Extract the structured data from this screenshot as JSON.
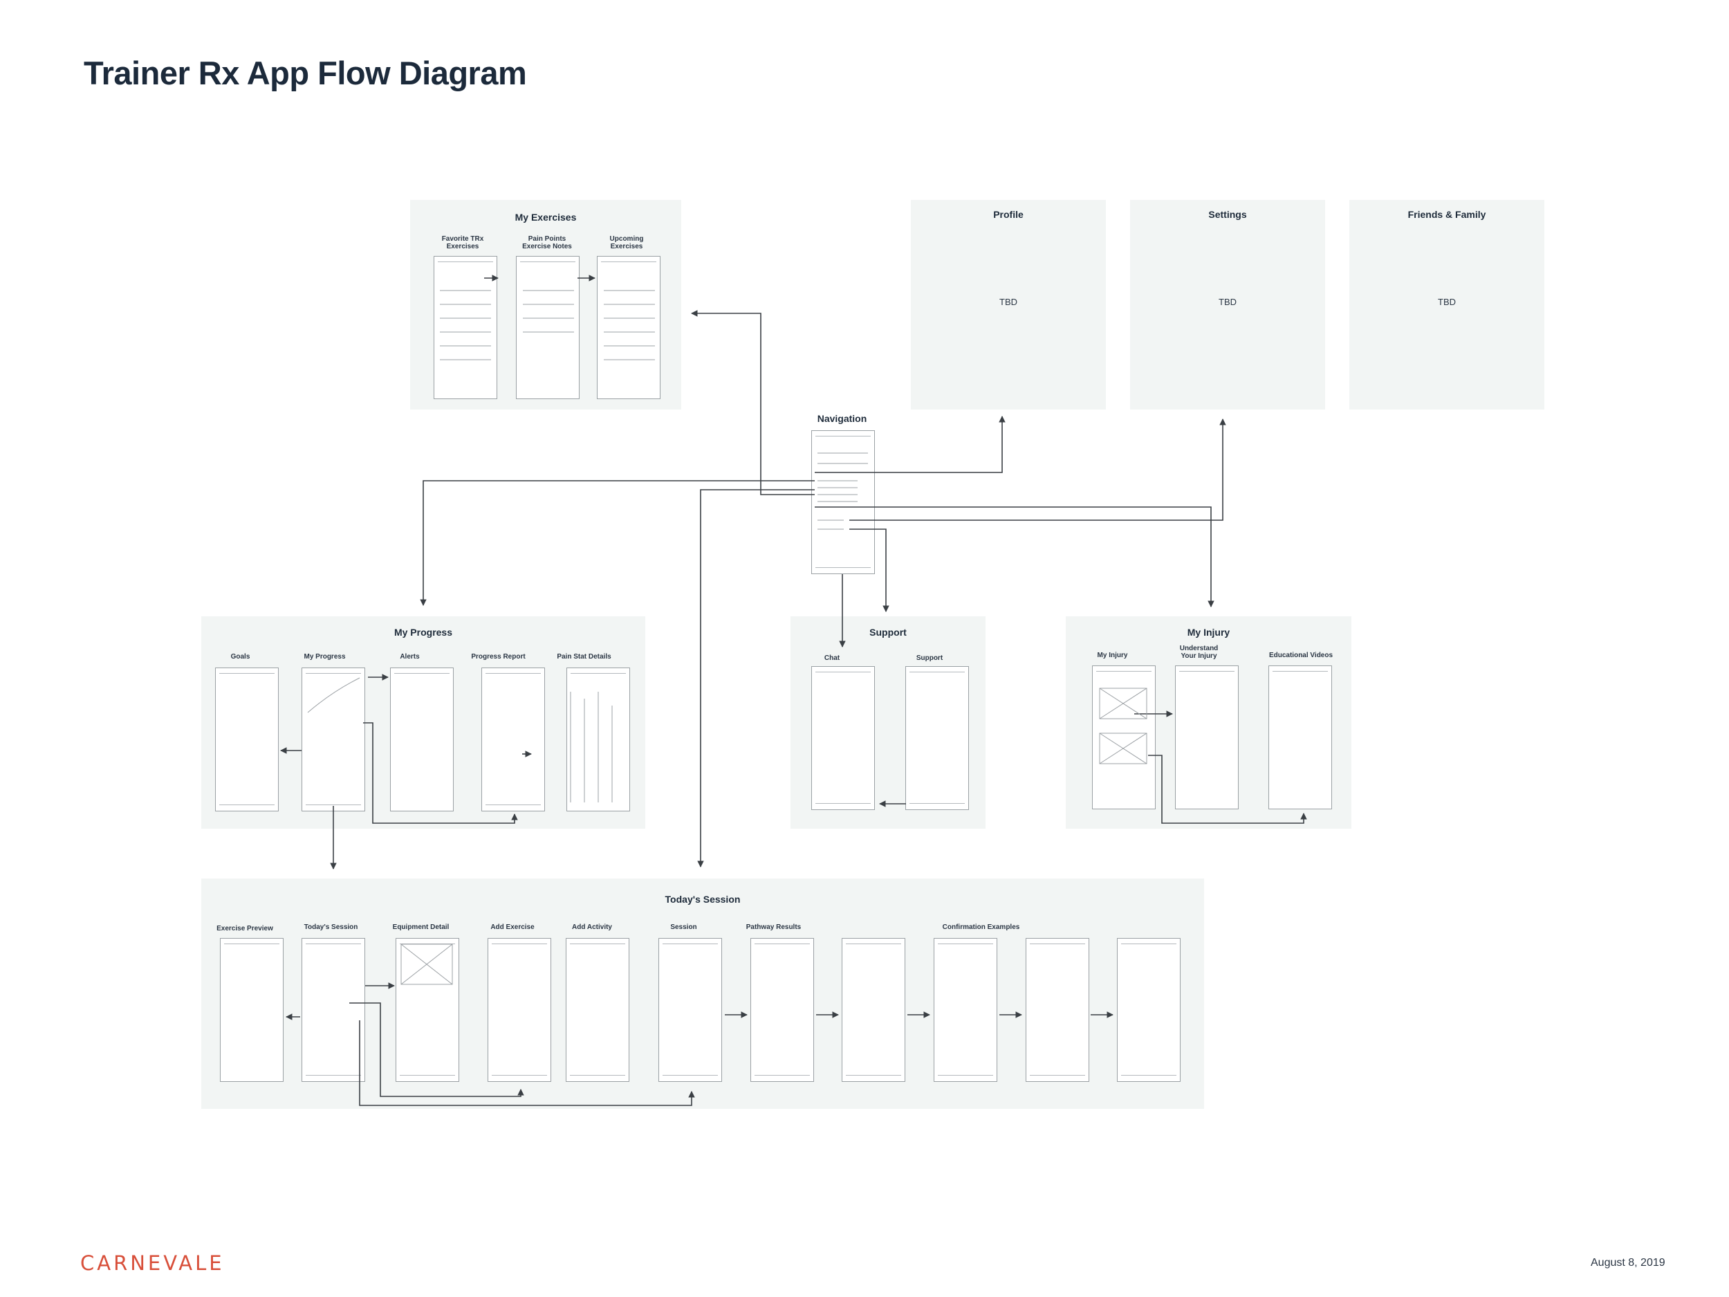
{
  "title": "Trainer Rx App Flow Diagram",
  "brand": "CARNEVALE",
  "date": "August 8, 2019",
  "panels": {
    "my_exercises": {
      "title": "My Exercises",
      "columns": [
        "Favorite TRx\nExercises",
        "Pain Points\nExercise Notes",
        "Upcoming\nExercises"
      ]
    },
    "profile": {
      "title": "Profile",
      "body": "TBD"
    },
    "settings": {
      "title": "Settings",
      "body": "TBD"
    },
    "friends": {
      "title": "Friends & Family",
      "body": "TBD"
    },
    "navigation": {
      "title": "Navigation"
    },
    "my_progress": {
      "title": "My Progress",
      "columns": [
        "Goals",
        "My Progress",
        "Alerts",
        "Progress Report",
        "Pain Stat Details"
      ]
    },
    "support": {
      "title": "Support",
      "columns": [
        "Chat",
        "Support"
      ]
    },
    "my_injury": {
      "title": "My Injury",
      "columns": [
        "My Injury",
        "Understand\nYour Injury",
        "Educational Videos"
      ]
    },
    "todays_session": {
      "title": "Today's Session",
      "columns": [
        "Exercise Preview",
        "Today's Session",
        "Equipment Detail",
        "Add Exercise",
        "Add Activity",
        "Session",
        "Pathway Results"
      ],
      "group_label": "Confirmation Examples"
    }
  },
  "colors": {
    "panel": "#f2f5f4",
    "brand": "#d84f3a",
    "ink": "#1e2b3a",
    "line": "#3a3f44"
  }
}
